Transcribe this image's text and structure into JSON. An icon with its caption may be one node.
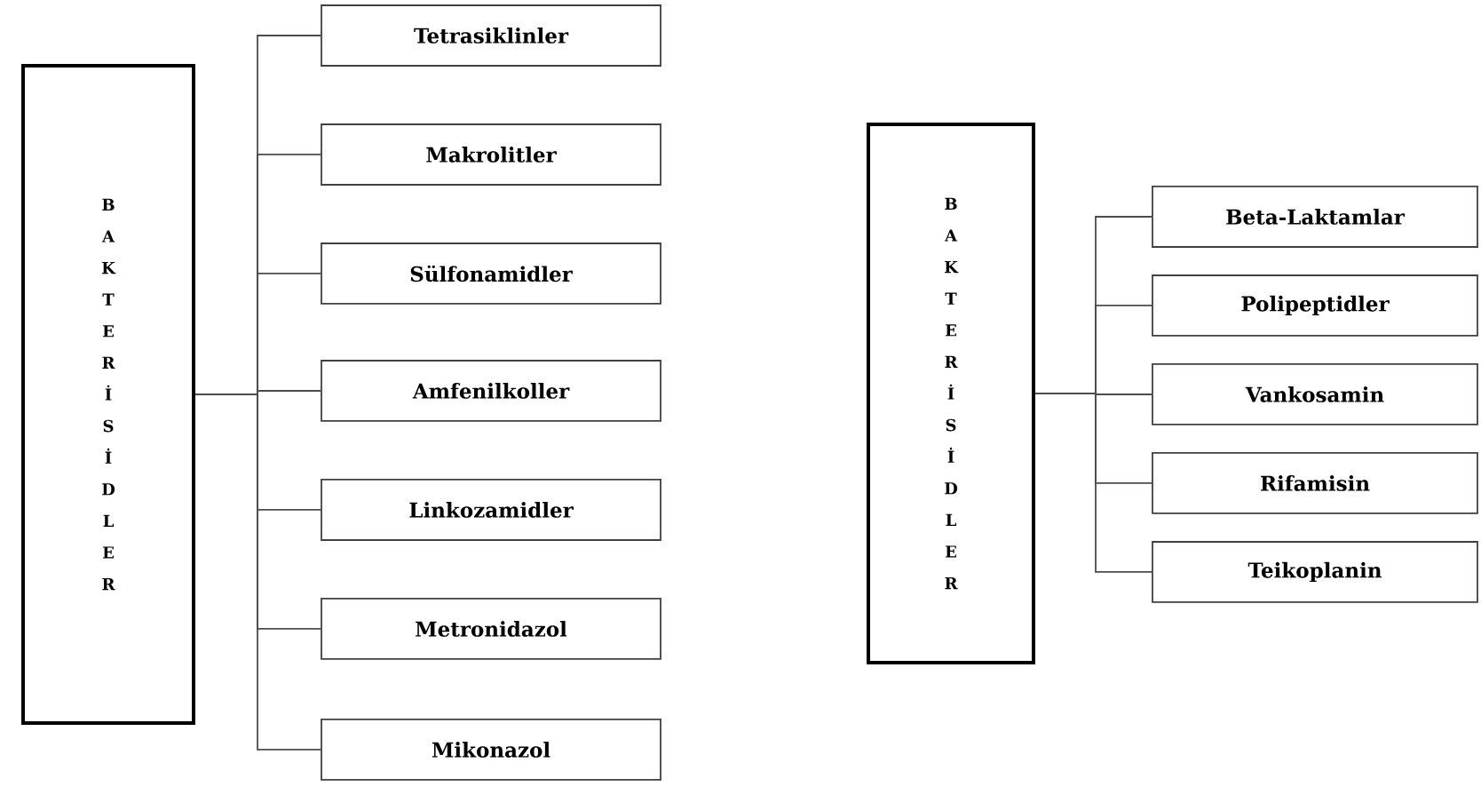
{
  "diagram": {
    "nodes": [
      {
        "text": [
          "B A K T E R İ S İ D L E R"
        ]
      },
      {
        "text": [
          "Tetrasiklinler"
        ]
      },
      {
        "text": [
          "Makrolitler"
        ]
      },
      {
        "text": [
          "Sülfonamidler"
        ]
      },
      {
        "text": [
          "Amfenilkoller"
        ]
      },
      {
        "text": [
          "Linkozamidler"
        ]
      },
      {
        "text": [
          "Metronidazol"
        ]
      },
      {
        "text": [
          "Mikonazol"
        ]
      },
      {
        "text": [
          "B A K T E R İ S İ D L E R"
        ]
      },
      {
        "text": [
          "Beta-Laktamlar"
        ]
      },
      {
        "text": [
          "Polipeptidler"
        ]
      },
      {
        "text": [
          "Vankosamin"
        ]
      },
      {
        "text": [
          "Rifamisin"
        ]
      },
      {
        "text": [
          "Teikoplanin"
        ]
      }
    ],
    "edges": [
      {
        "from": 0,
        "to": 1,
        "arrow": "none"
      },
      {
        "from": 0,
        "to": 2,
        "arrow": "none"
      },
      {
        "from": 0,
        "to": 3,
        "arrow": "none"
      },
      {
        "from": 0,
        "to": 4,
        "arrow": "none"
      },
      {
        "from": 0,
        "to": 5,
        "arrow": "none"
      },
      {
        "from": 0,
        "to": 6,
        "arrow": "none"
      },
      {
        "from": 0,
        "to": 7,
        "arrow": "none"
      },
      {
        "from": 8,
        "to": 9,
        "arrow": "none"
      },
      {
        "from": 8,
        "to": 10,
        "arrow": "none"
      },
      {
        "from": 8,
        "to": 11,
        "arrow": "none"
      },
      {
        "from": 8,
        "to": 12,
        "arrow": "none"
      },
      {
        "from": 8,
        "to": 13,
        "arrow": "none"
      }
    ]
  }
}
